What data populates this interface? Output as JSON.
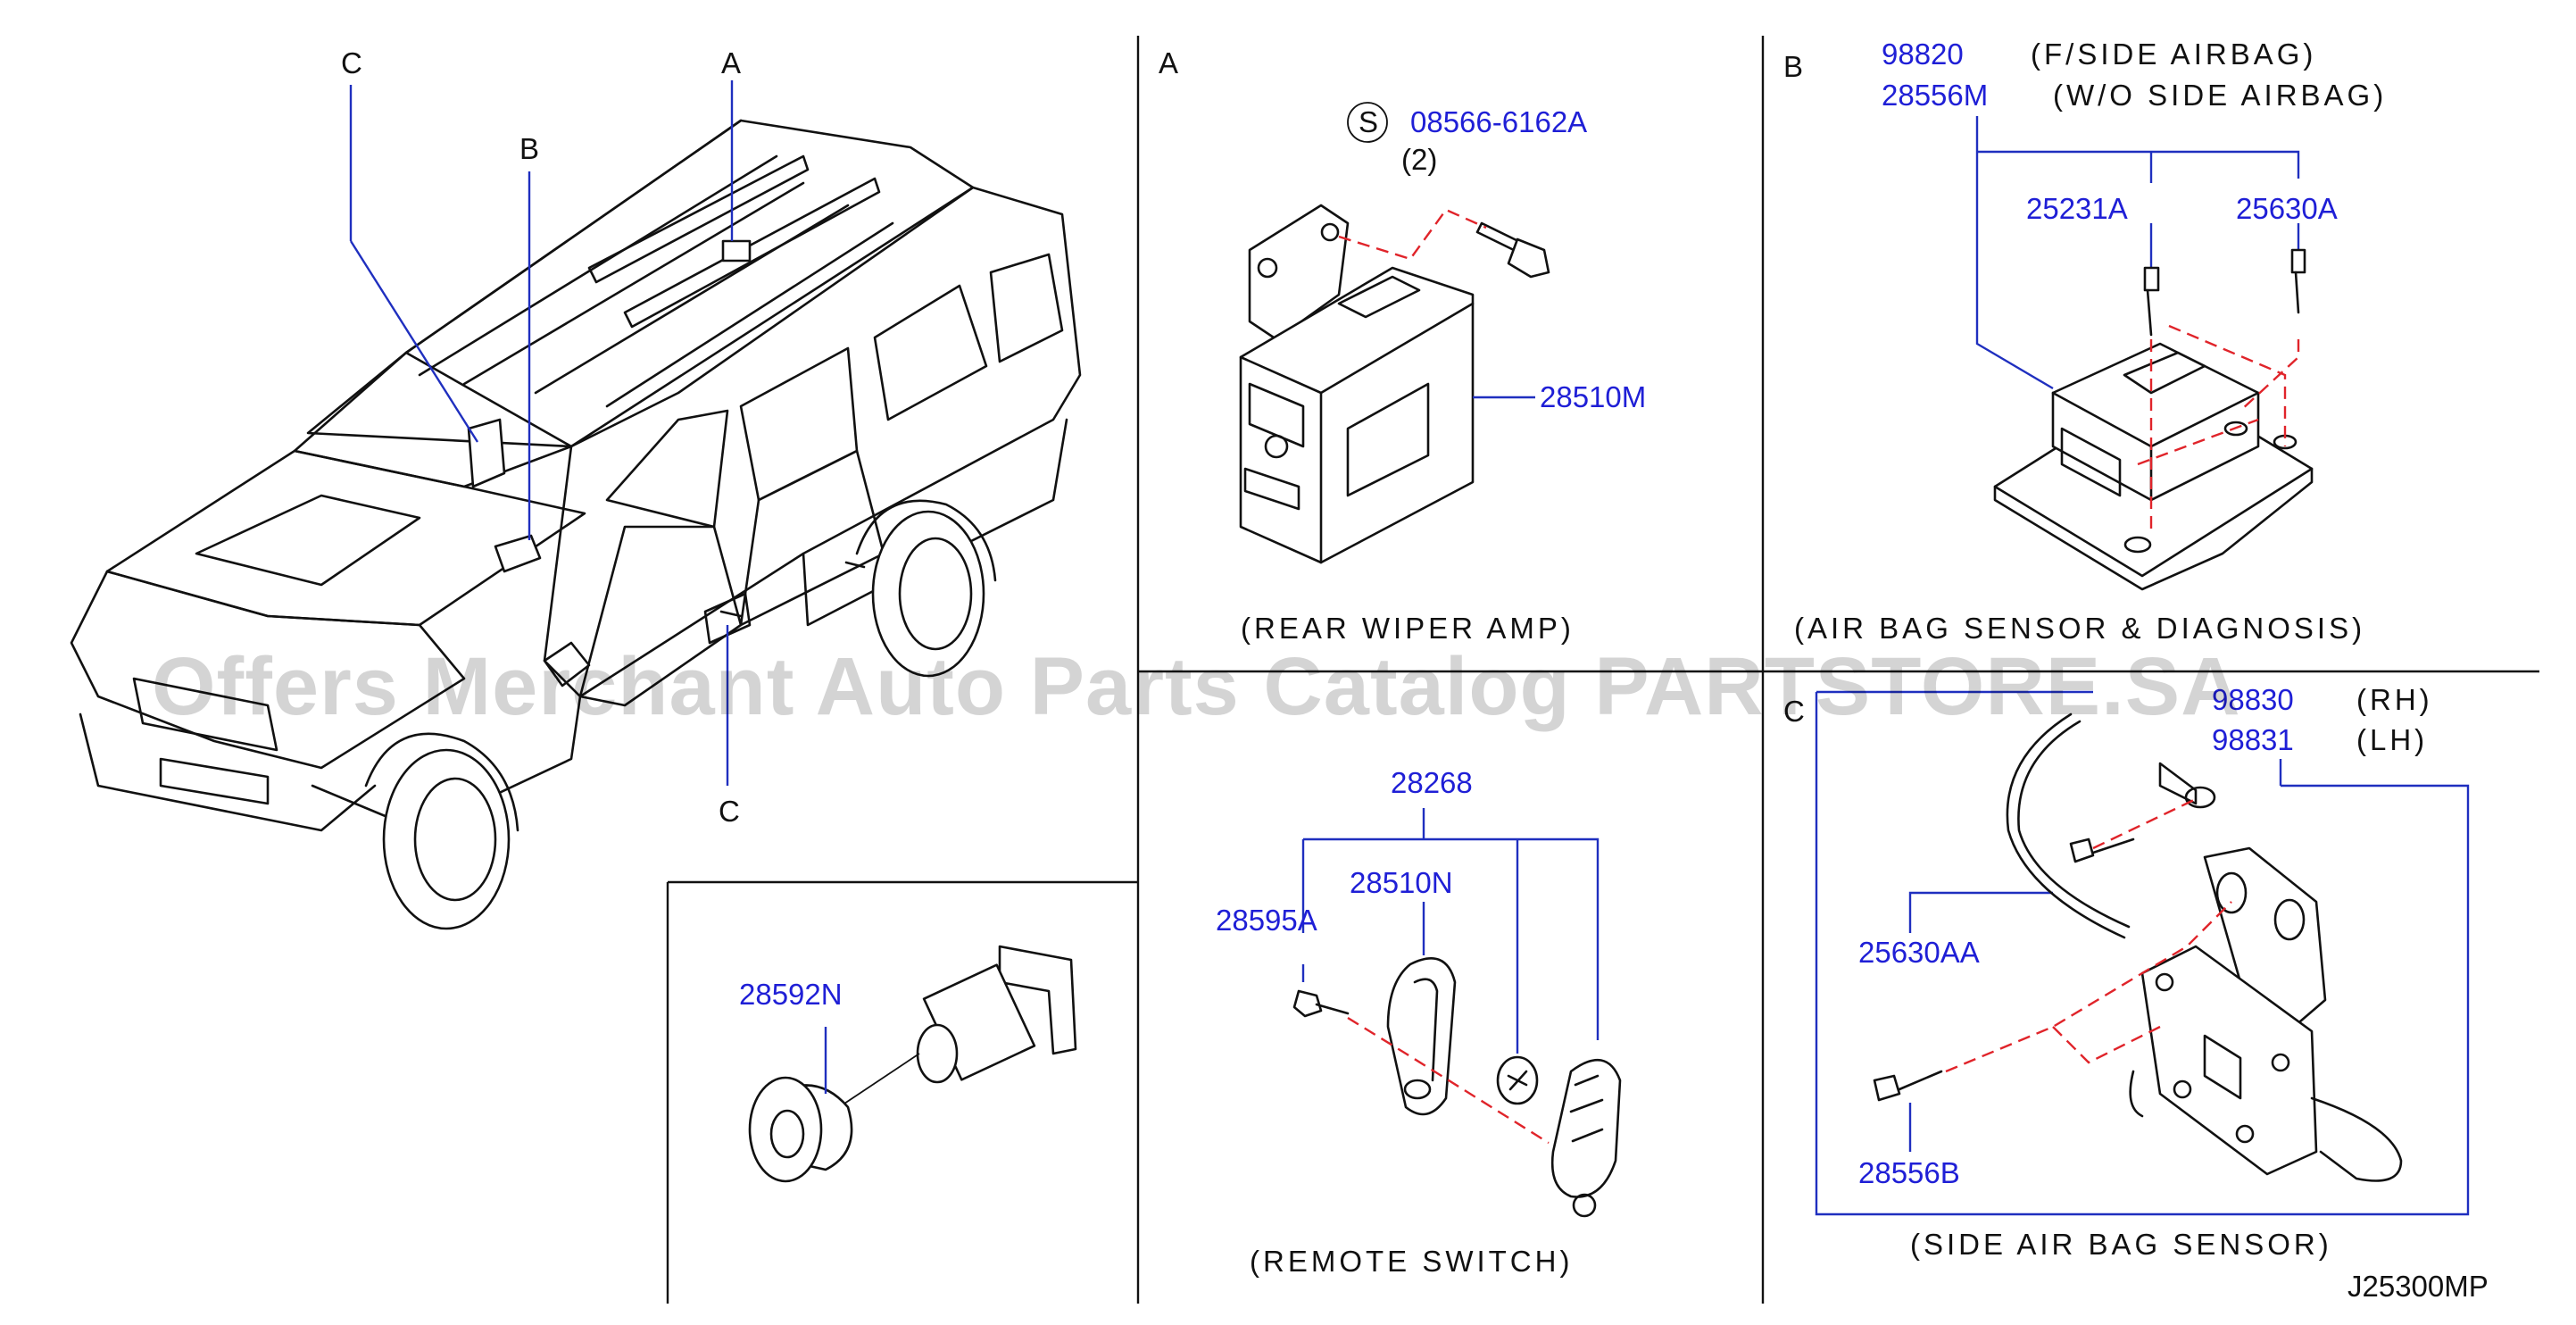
{
  "section_labels": {
    "a": "A",
    "b": "B",
    "c": "C"
  },
  "overview": {
    "callout_a": "A",
    "callout_b": "B",
    "callout_c_top": "C",
    "callout_c_bottom": "C",
    "inset_part": "28592N"
  },
  "panel_a": {
    "bolt_marker": "S",
    "bolt_part": "08566-6162A",
    "bolt_qty": "(2)",
    "unit_part": "28510M",
    "caption": "(REAR  WIPER  AMP)"
  },
  "panel_b": {
    "part_1": "98820",
    "part_1_note": "(F/SIDE  AIRBAG)",
    "part_2": "28556M",
    "part_2_note": "(W/O  SIDE  AIRBAG)",
    "bolt_1": "25231A",
    "bolt_2": "25630A",
    "caption": "(AIR  BAG  SENSOR  &  DIAGNOSIS)"
  },
  "panel_remote": {
    "assembly_part": "28268",
    "screw_part": "28595A",
    "case_part": "28510N",
    "caption": "(REMOTE  SWITCH)"
  },
  "panel_c": {
    "part_rh": "98830",
    "part_rh_note": "(RH)",
    "part_lh": "98831",
    "part_lh_note": "(LH)",
    "bolt_upper": "25630AA",
    "bolt_lower": "28556B",
    "caption": "(SIDE  AIR  BAG  SENSOR)"
  },
  "diagram_code": "J25300MP",
  "watermark": "Offers Merchant Auto Parts Catalog PARTSTORE.SA",
  "colors": {
    "part_number": "#1f1fd6",
    "leader": "#1f2fbf",
    "dashed_guide": "#e0242a",
    "line": "#111111"
  }
}
